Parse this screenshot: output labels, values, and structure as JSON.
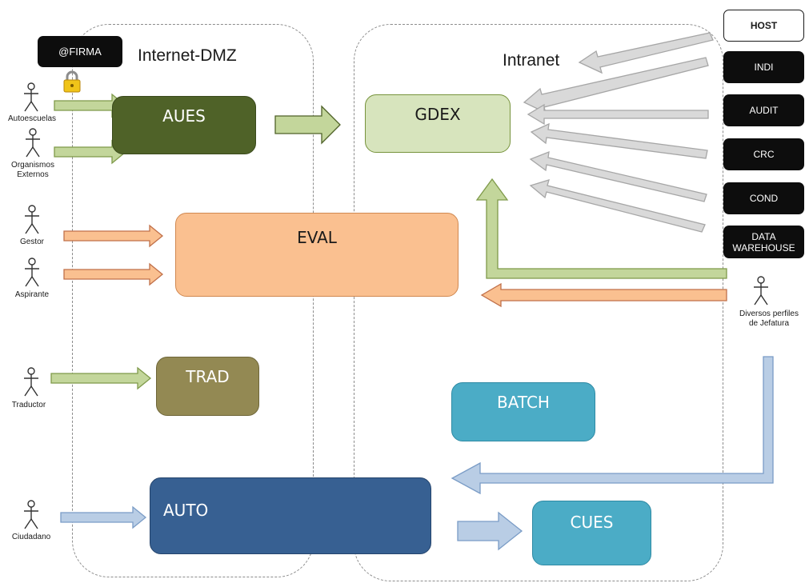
{
  "zones": {
    "dmz": "Internet-DMZ",
    "intranet": "Intranet"
  },
  "firma": {
    "label": "@FIRMA",
    "icon": "padlock-icon"
  },
  "systems": {
    "aues": "AUES",
    "gdex": "GDEX",
    "eval": "EVAL",
    "trad": "TRAD",
    "batch": "BATCH",
    "auto": "AUTO",
    "cues": "CUES"
  },
  "external_systems": {
    "host": "HOST",
    "indi": "INDI",
    "audit": "AUDIT",
    "crc": "CRC",
    "cond": "COND",
    "datawarehouse": "DATA\nWAREHOUSE"
  },
  "actors": {
    "autoescuelas": "Autoescuelas",
    "organismos": "Organismos\nExternos",
    "gestor": "Gestor",
    "aspirante": "Aspirante",
    "traductor": "Traductor",
    "ciudadano": "Ciudadano",
    "jefatura": "Diversos perfiles\nde Jefatura"
  },
  "colors": {
    "aues": "#4f6228",
    "gdex": "#d7e4bd",
    "eval": "#fac090",
    "trad": "#938953",
    "batch": "#4bacc6",
    "auto": "#376092",
    "cues": "#4bacc6",
    "arrow_green": "#c3d69b",
    "arrow_orange": "#fac090",
    "arrow_blue": "#b9cde5",
    "arrow_gray": "#d9d9d9"
  }
}
